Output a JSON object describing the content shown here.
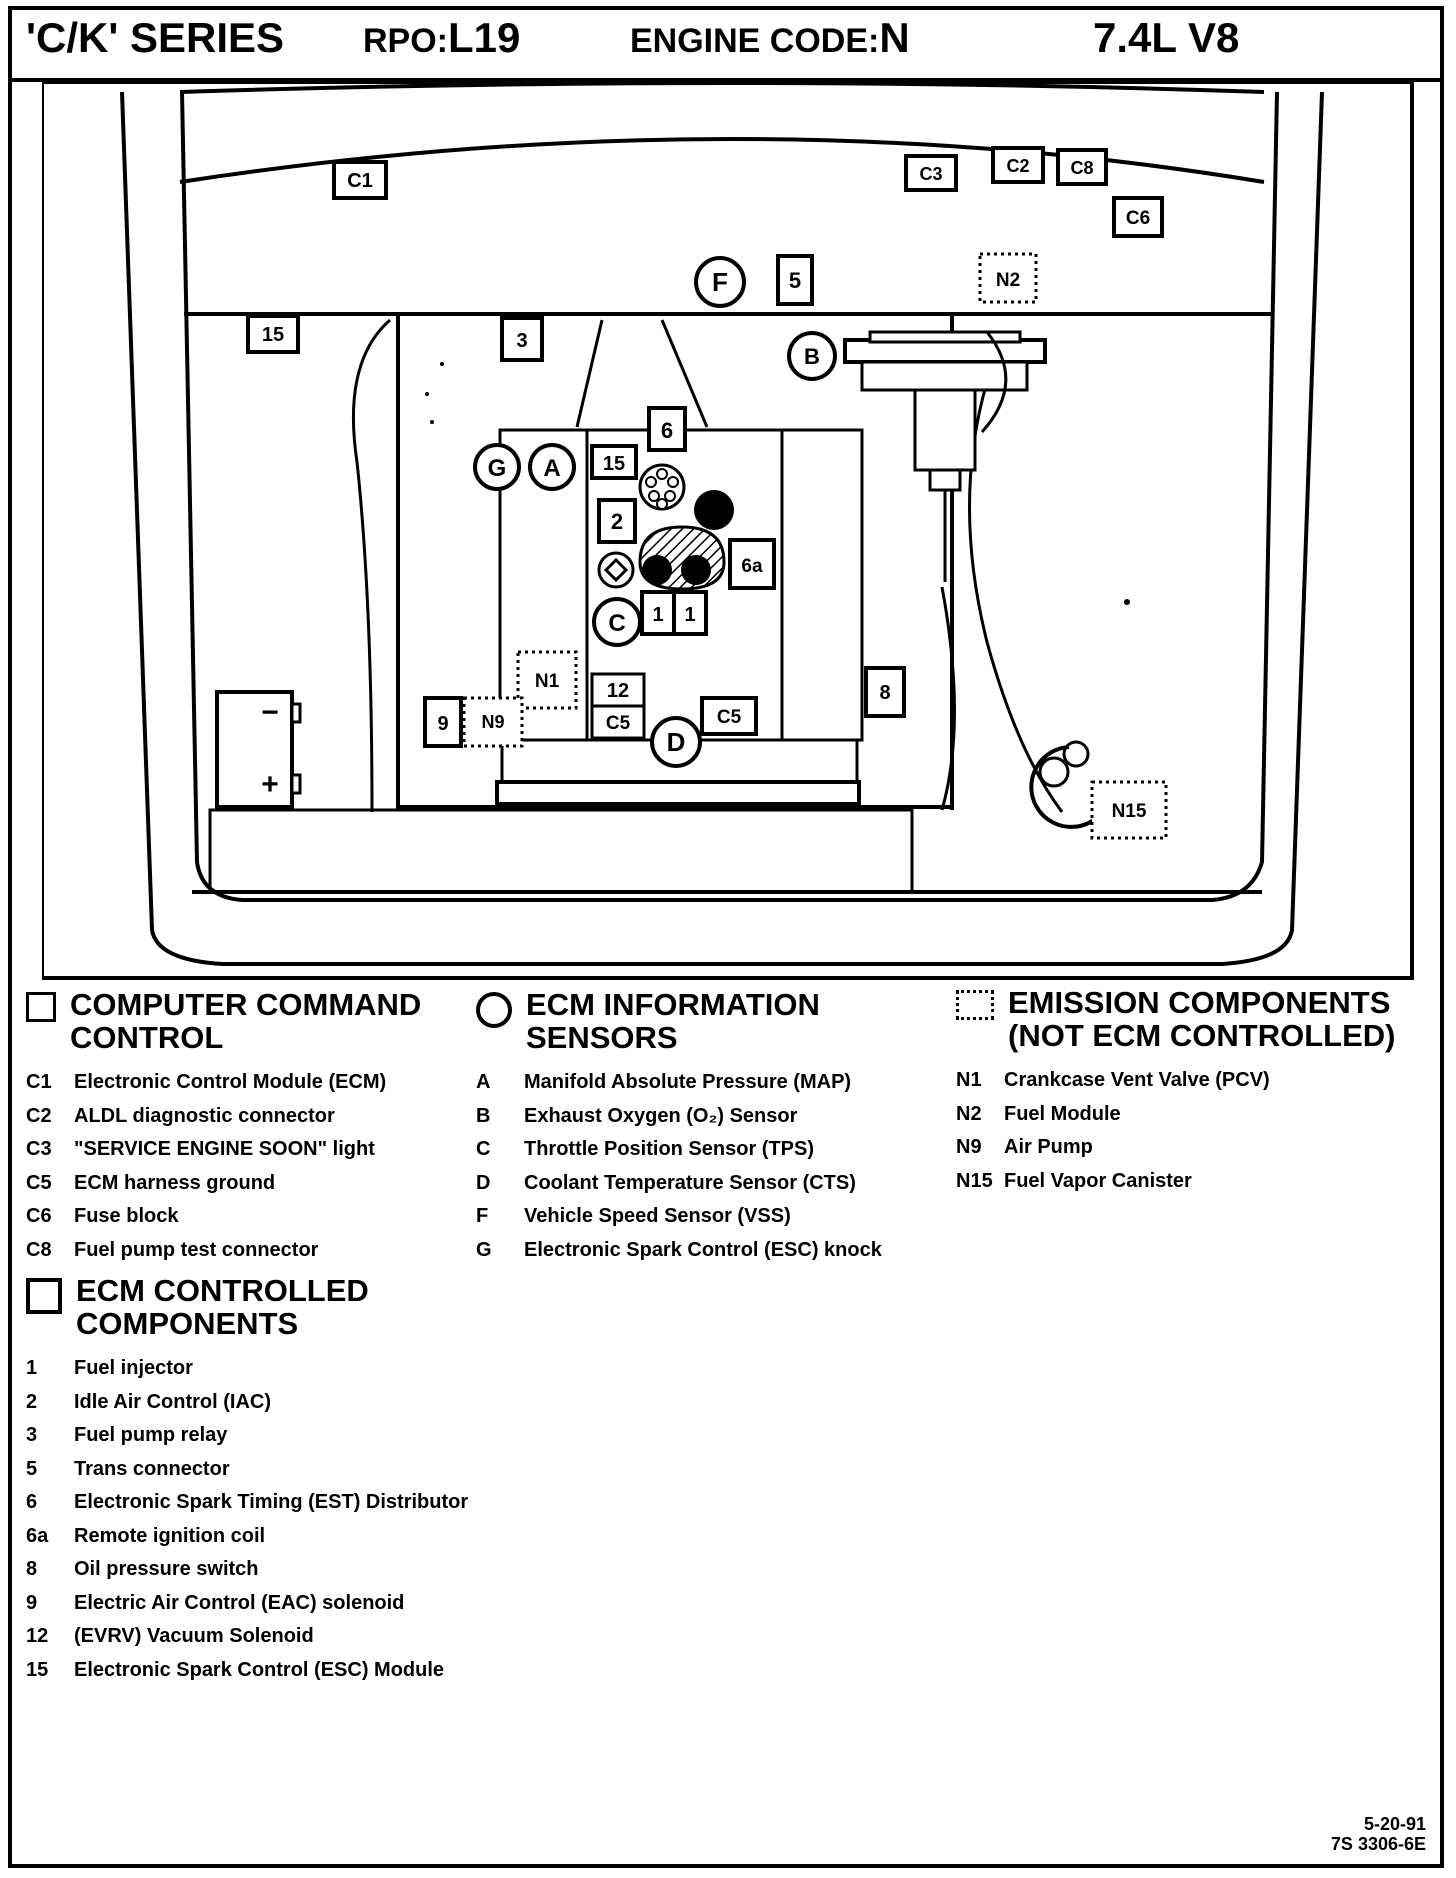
{
  "header": {
    "series": "'C/K' SERIES",
    "rpo_label": "RPO:",
    "rpo_value": "L19",
    "engine_code_label": "ENGINE CODE:",
    "engine_code_value": "N",
    "engine": "7.4L V8"
  },
  "diagram_labels": {
    "c1": "C1",
    "c3": "C3",
    "c2": "C2",
    "c8": "C8",
    "c6": "C6",
    "f": "F",
    "five": "5",
    "n2": "N2",
    "fifteen_left": "15",
    "three": "3",
    "b": "B",
    "six": "6",
    "g": "G",
    "a": "A",
    "fifteen_mid": "15",
    "two": "2",
    "six_a": "6a",
    "c": "C",
    "one_left": "1",
    "one_right": "1",
    "n1": "N1",
    "twelve": "12",
    "nine": "9",
    "n9": "N9",
    "c5_left": "C5",
    "c5_right": "C5",
    "d": "D",
    "eight": "8",
    "n15": "N15",
    "battery_neg": "−",
    "battery_pos": "+"
  },
  "legend": {
    "computer_command_control": {
      "title": [
        "COMPUTER COMMAND",
        "CONTROL"
      ],
      "items": [
        {
          "code": "C1",
          "desc": "Electronic Control Module (ECM)"
        },
        {
          "code": "C2",
          "desc": "ALDL diagnostic connector"
        },
        {
          "code": "C3",
          "desc": "\"SERVICE ENGINE SOON\" light"
        },
        {
          "code": "C5",
          "desc": "ECM harness ground"
        },
        {
          "code": "C6",
          "desc": "Fuse block"
        },
        {
          "code": "C8",
          "desc": "Fuel pump test connector"
        }
      ]
    },
    "ecm_controlled_components": {
      "title": [
        "ECM CONTROLLED",
        "COMPONENTS"
      ],
      "items": [
        {
          "code": "1",
          "desc": "Fuel injector"
        },
        {
          "code": "2",
          "desc": "Idle Air Control (IAC)"
        },
        {
          "code": "3",
          "desc": "Fuel pump relay"
        },
        {
          "code": "5",
          "desc": "Trans connector"
        },
        {
          "code": "6",
          "desc": "Electronic Spark Timing (EST) Distributor"
        },
        {
          "code": "6a",
          "desc": "Remote ignition coil"
        },
        {
          "code": "8",
          "desc": "Oil pressure switch"
        },
        {
          "code": "9",
          "desc": "Electric Air Control (EAC) solenoid"
        },
        {
          "code": "12",
          "desc": "(EVRV) Vacuum Solenoid"
        },
        {
          "code": "15",
          "desc": "Electronic Spark Control (ESC) Module"
        }
      ]
    },
    "ecm_information_sensors": {
      "title": [
        "ECM INFORMATION",
        "SENSORS"
      ],
      "items": [
        {
          "code": "A",
          "desc": "Manifold Absolute Pressure (MAP)"
        },
        {
          "code": "B",
          "desc": "Exhaust Oxygen (O₂) Sensor"
        },
        {
          "code": "C",
          "desc": "Throttle Position Sensor (TPS)"
        },
        {
          "code": "D",
          "desc": "Coolant Temperature Sensor (CTS)"
        },
        {
          "code": "F",
          "desc": "Vehicle Speed Sensor (VSS)"
        },
        {
          "code": "G",
          "desc": "Electronic Spark Control (ESC) knock"
        }
      ]
    },
    "emission_components": {
      "title": [
        "EMISSION COMPONENTS",
        "(NOT ECM CONTROLLED)"
      ],
      "items": [
        {
          "code": "N1",
          "desc": "Crankcase Vent Valve (PCV)"
        },
        {
          "code": "N2",
          "desc": "Fuel Module"
        },
        {
          "code": "N9",
          "desc": "Air Pump"
        },
        {
          "code": "N15",
          "desc": "Fuel Vapor Canister"
        }
      ]
    }
  },
  "footer": {
    "date": "5-20-91",
    "doc_number": "7S 3306-6E"
  }
}
